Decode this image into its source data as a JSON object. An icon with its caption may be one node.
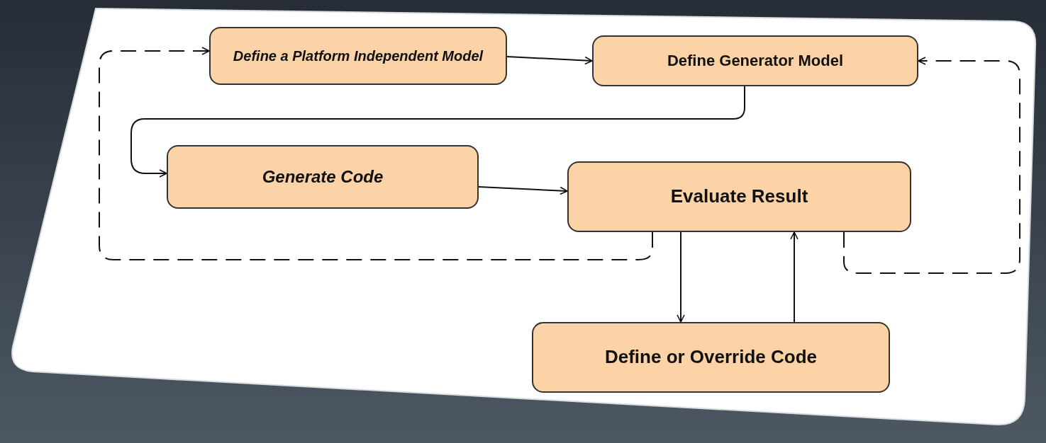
{
  "diagram": {
    "nodes": [
      {
        "text": [
          "Define a Platform Independent Model"
        ]
      },
      {
        "text": [
          "Define Generator Model"
        ]
      },
      {
        "text": [
          "Generate Code"
        ]
      },
      {
        "text": [
          "Evaluate Result"
        ]
      },
      {
        "text": [
          "Define or Override Code"
        ]
      }
    ],
    "edges": [
      {
        "from": 0,
        "to": 1,
        "arrow": "to"
      },
      {
        "from": 1,
        "to": 2,
        "arrow": "to"
      },
      {
        "from": 2,
        "to": 3,
        "arrow": "to"
      },
      {
        "from": 3,
        "to": 4,
        "arrow": "to"
      },
      {
        "from": 4,
        "to": 3,
        "arrow": "to"
      },
      {
        "from": 3,
        "to": 0,
        "arrow": "to",
        "style": "dashed"
      },
      {
        "from": 3,
        "to": 1,
        "arrow": "to",
        "style": "dashed"
      }
    ]
  }
}
